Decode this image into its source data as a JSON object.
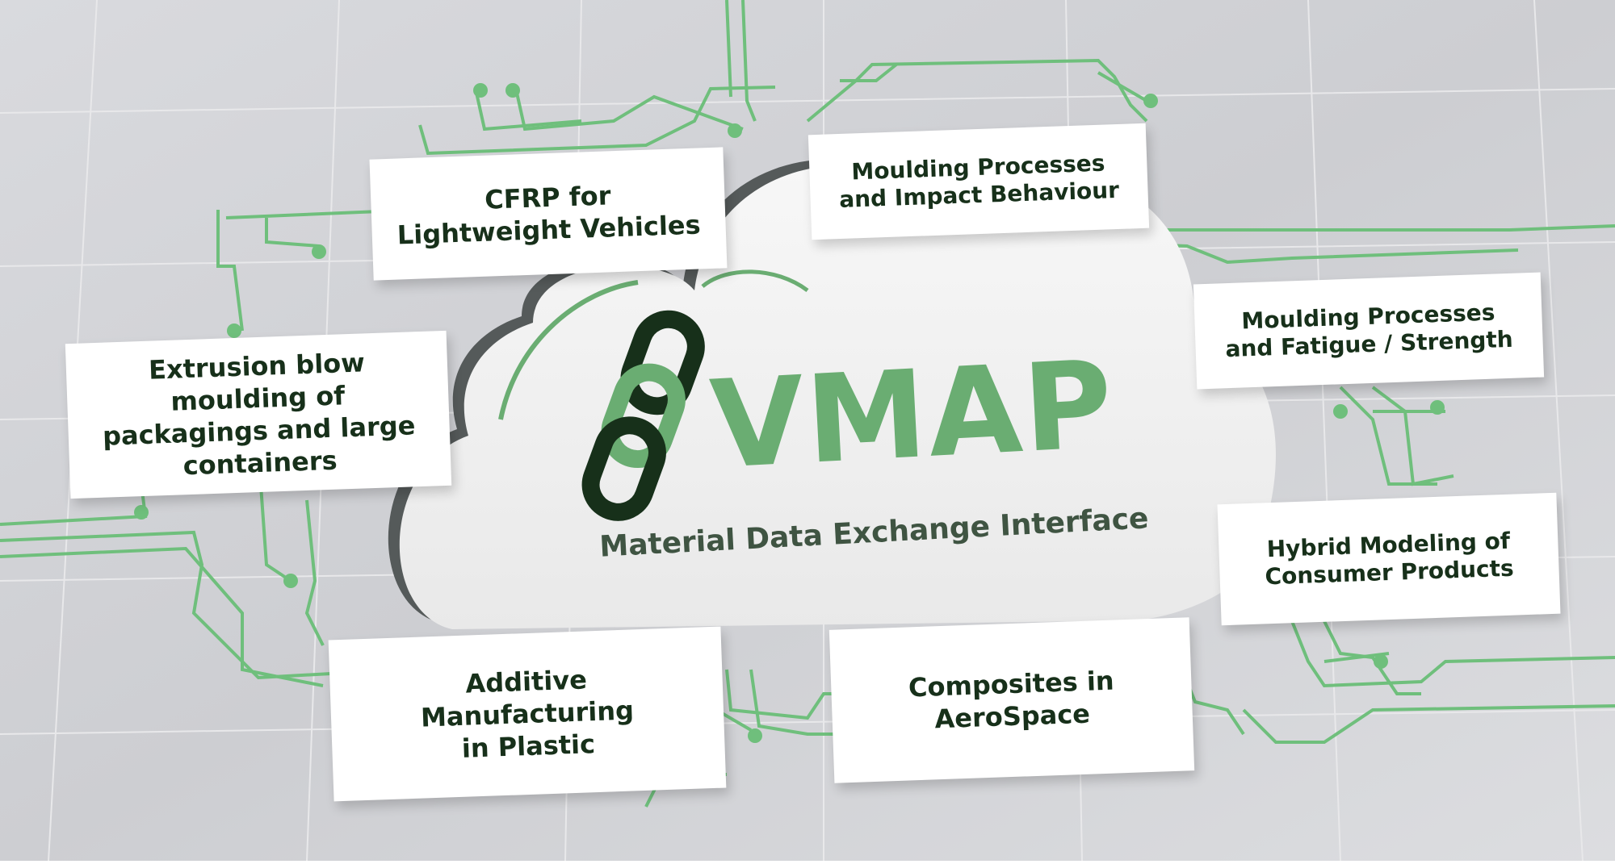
{
  "colors": {
    "accent": "#6aad72",
    "trace": "#6fbf7c",
    "dark": "#17301a",
    "background": "#d4d5d9"
  },
  "logo": {
    "title": "VMAP",
    "subtitle": "Material Data Exchange Interface",
    "icon": "chain-link-icon"
  },
  "topics": [
    {
      "id": "cfrp",
      "lines": [
        "CFRP for",
        "Lightweight Vehicles"
      ]
    },
    {
      "id": "impact",
      "lines": [
        "Moulding Processes",
        "and Impact Behaviour"
      ]
    },
    {
      "id": "fatigue",
      "lines": [
        "Moulding Processes",
        "and Fatigue / Strength"
      ]
    },
    {
      "id": "extrusion",
      "lines": [
        "Extrusion blow",
        "moulding of",
        "packagings and large",
        "containers"
      ]
    },
    {
      "id": "hybrid",
      "lines": [
        "Hybrid Modeling of",
        "Consumer Products"
      ]
    },
    {
      "id": "additive",
      "lines": [
        "Additive",
        "Manufacturing",
        "in Plastic"
      ]
    },
    {
      "id": "composites",
      "lines": [
        "Composites in",
        "AeroSpace"
      ]
    }
  ]
}
